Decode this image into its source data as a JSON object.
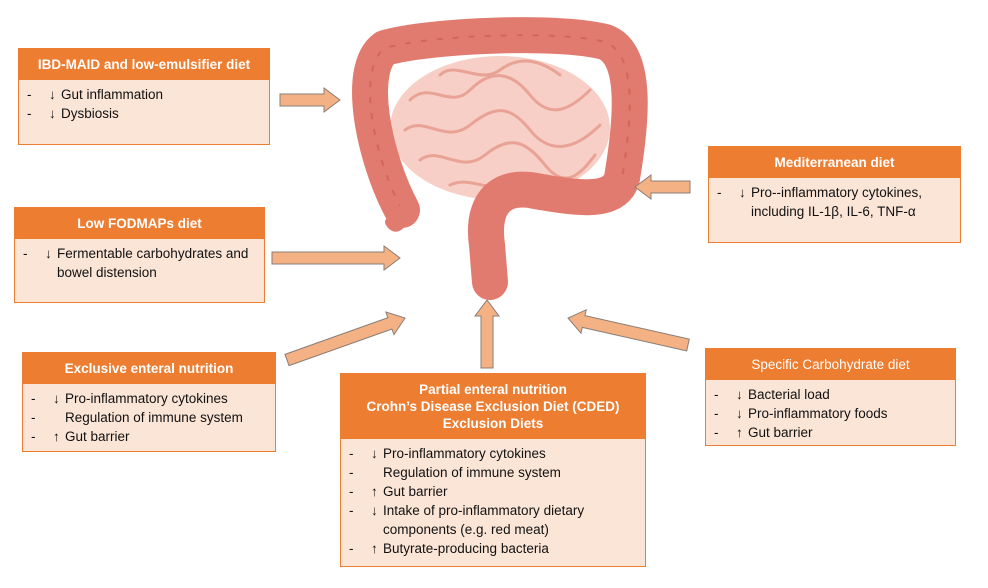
{
  "boxes": [
    {
      "id": "ibd-maid",
      "title": "IBD-MAID and low-emulsifier diet",
      "items": [
        {
          "dash": "-",
          "arrow": "↓",
          "text": "Gut inflammation"
        },
        {
          "dash": "-",
          "arrow": "↓",
          "text": "Dysbiosis"
        }
      ]
    },
    {
      "id": "low-fodmaps",
      "title": "Low FODMAPs diet",
      "items": [
        {
          "dash": "-",
          "arrow": "↓",
          "text": "Fermentable carbohydrates and bowel distension"
        }
      ]
    },
    {
      "id": "exclusive-enteral",
      "title": "Exclusive enteral nutrition",
      "items": [
        {
          "dash": "-",
          "arrow": "↓",
          "text": "Pro-inflammatory cytokines"
        },
        {
          "dash": "-",
          "arrow": "",
          "text": "Regulation of immune system"
        },
        {
          "dash": "-",
          "arrow": "↑",
          "text": "Gut barrier"
        }
      ]
    },
    {
      "id": "partial-enteral",
      "title": "Partial enteral nutrition\nCrohn’s Disease Exclusion Diet (CDED)\nExclusion Diets",
      "items": [
        {
          "dash": "-",
          "arrow": "↓",
          "text": "Pro-inflammatory cytokines"
        },
        {
          "dash": "-",
          "arrow": "",
          "text": "Regulation of immune system"
        },
        {
          "dash": "-",
          "arrow": "↑",
          "text": "Gut barrier"
        },
        {
          "dash": "-",
          "arrow": "↓",
          "text": "Intake of pro-inflammatory dietary components (e.g. red meat)"
        },
        {
          "dash": "-",
          "arrow": "↑",
          "text": "Butyrate-producing bacteria"
        }
      ]
    },
    {
      "id": "mediterranean",
      "title": "Mediterranean diet",
      "items": [
        {
          "dash": "-",
          "arrow": "↓",
          "text": "Pro--inflammatory cytokines, including IL-1β, IL-6, TNF-α"
        }
      ]
    },
    {
      "id": "specific-carbohydrate",
      "title": "Specific Carbohydrate diet",
      "items": [
        {
          "dash": "-",
          "arrow": "↓",
          "text": "Bacterial load"
        },
        {
          "dash": "-",
          "arrow": "↓",
          "text": "Pro-inflammatory foods"
        },
        {
          "dash": "-",
          "arrow": "↑",
          "text": "Gut barrier"
        }
      ]
    }
  ],
  "colors": {
    "header": "#ED7D31",
    "body": "#FBE5D6",
    "arrow": "#F4B183",
    "colon": "#E27B6F",
    "small_intestine": "#F7CFC6"
  }
}
